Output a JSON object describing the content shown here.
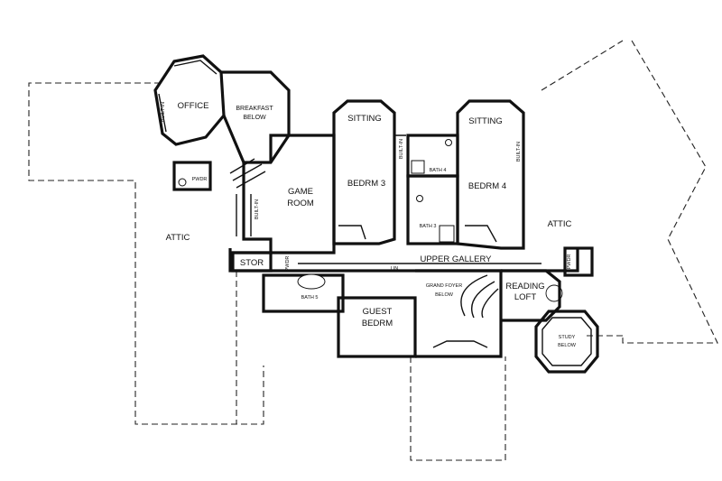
{
  "rooms": {
    "office": "OFFICE",
    "breakfast_1": "BREAKFAST",
    "breakfast_2": "BELOW",
    "game_1": "GAME",
    "game_2": "ROOM",
    "sitting_left": "SITTING",
    "sitting_right": "SITTING",
    "bedrm3": "BEDRM 3",
    "bedrm4": "BEDRM 4",
    "bath3": "BATH 3",
    "bath4": "BATH 4",
    "bath5": "BATH 5",
    "attic_left": "ATTIC",
    "attic_right": "ATTIC",
    "stor": "STOR",
    "upper_gallery": "UPPER GALLERY",
    "guest_1": "GUEST",
    "guest_2": "BEDRM",
    "foyer_1": "GRAND FOYER",
    "foyer_2": "BELOW",
    "reading_1": "READING",
    "reading_2": "LOFT",
    "study_1": "STUDY",
    "study_2": "BELOW",
    "pwdr_left": "PWDR",
    "pwdr_mid": "PWDR",
    "pwdr_right": "PWDR",
    "lin_gallery": "LIN",
    "built_in_office": "BUILT-IN",
    "built_in_bath4": "BUILT-IN",
    "built_in_bedrm4": "BUILT-IN",
    "built_in_stair": "BUILT-IN"
  }
}
